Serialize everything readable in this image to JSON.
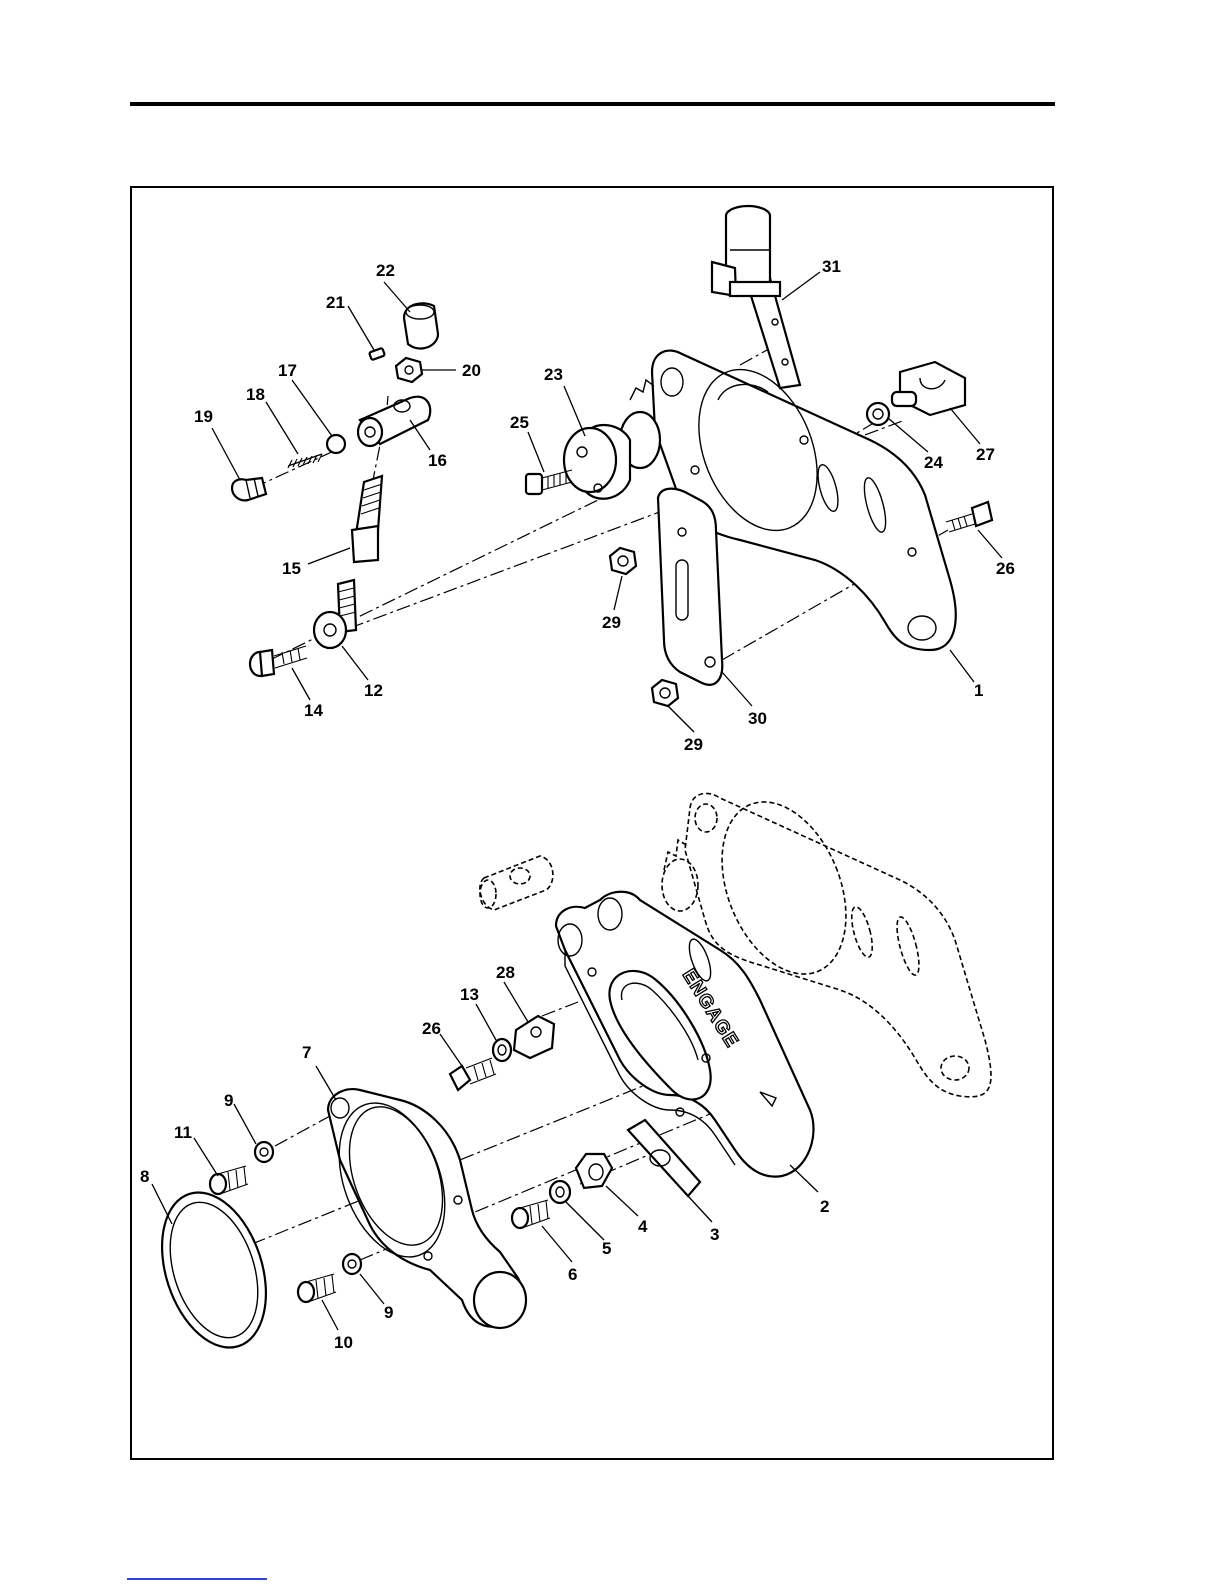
{
  "figure": {
    "engage_marking": "ENGAGE",
    "callouts": [
      {
        "id": "c1",
        "text": "1"
      },
      {
        "id": "c2",
        "text": "2"
      },
      {
        "id": "c3",
        "text": "3"
      },
      {
        "id": "c4",
        "text": "4"
      },
      {
        "id": "c5",
        "text": "5"
      },
      {
        "id": "c6",
        "text": "6"
      },
      {
        "id": "c7",
        "text": "7"
      },
      {
        "id": "c8",
        "text": "8"
      },
      {
        "id": "c9a",
        "text": "9"
      },
      {
        "id": "c9b",
        "text": "9"
      },
      {
        "id": "c10",
        "text": "10"
      },
      {
        "id": "c11",
        "text": "11"
      },
      {
        "id": "c12",
        "text": "12"
      },
      {
        "id": "c13",
        "text": "13"
      },
      {
        "id": "c14",
        "text": "14"
      },
      {
        "id": "c15",
        "text": "15"
      },
      {
        "id": "c16",
        "text": "16"
      },
      {
        "id": "c17",
        "text": "17"
      },
      {
        "id": "c18",
        "text": "18"
      },
      {
        "id": "c19",
        "text": "19"
      },
      {
        "id": "c20",
        "text": "20"
      },
      {
        "id": "c21",
        "text": "21"
      },
      {
        "id": "c22",
        "text": "22"
      },
      {
        "id": "c23",
        "text": "23"
      },
      {
        "id": "c24",
        "text": "24"
      },
      {
        "id": "c25",
        "text": "25"
      },
      {
        "id": "c26a",
        "text": "26"
      },
      {
        "id": "c26b",
        "text": "26"
      },
      {
        "id": "c27",
        "text": "27"
      },
      {
        "id": "c28",
        "text": "28"
      },
      {
        "id": "c29a",
        "text": "29"
      },
      {
        "id": "c29b",
        "text": "29"
      },
      {
        "id": "c30",
        "text": "30"
      },
      {
        "id": "c31",
        "text": "31"
      }
    ]
  }
}
